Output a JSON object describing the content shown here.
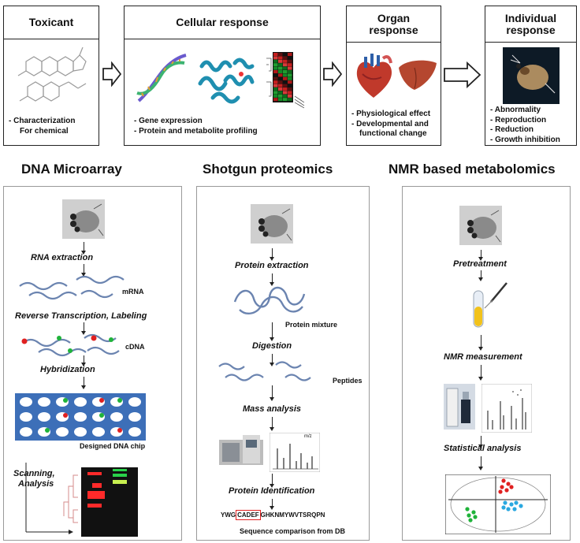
{
  "top_flow": {
    "toxicant": {
      "title": "Toxicant",
      "items": [
        "- Characterization",
        "For chemical"
      ]
    },
    "cellular": {
      "title": "Cellular response",
      "items": [
        "- Gene expression",
        "- Protein and metabolite profiling"
      ]
    },
    "organ": {
      "title_line1": "Organ",
      "title_line2": "response",
      "items": [
        "- Physiological effect",
        "- Developmental and",
        "functional change"
      ]
    },
    "individual": {
      "title_line1": "Individual",
      "title_line2": "response",
      "items": [
        "- Abnormality",
        "- Reproduction",
        "- Reduction",
        "- Growth inhibition"
      ]
    }
  },
  "microarray": {
    "title": "DNA Microarray",
    "steps": {
      "rna": "RNA extraction",
      "rt": "Reverse Transcription, Labeling",
      "hyb": "Hybridization",
      "scan1": "Scanning,",
      "scan2": "Analysis"
    },
    "labels": {
      "mrna": "mRNA",
      "cdna": "cDNA",
      "chip": "Designed DNA chip"
    }
  },
  "proteomics": {
    "title": "Shotgun proteomics",
    "steps": {
      "extraction": "Protein extraction",
      "digestion": "Digestion",
      "mass": "Mass analysis",
      "ident": "Protein Identification"
    },
    "labels": {
      "mixture": "Protein mixture",
      "peptides": "Peptides",
      "mz": "m/z",
      "seq_pre": "YWG",
      "seq_box": "CADEF",
      "seq_post": "GHKNMYWVTSRQPN",
      "compare": "Sequence comparison from DB"
    }
  },
  "metabolomics": {
    "title": "NMR based metabolomics",
    "steps": {
      "pre": "Pretreatment",
      "nmr": "NMR measurement",
      "stat": "Statistical analysis"
    }
  }
}
